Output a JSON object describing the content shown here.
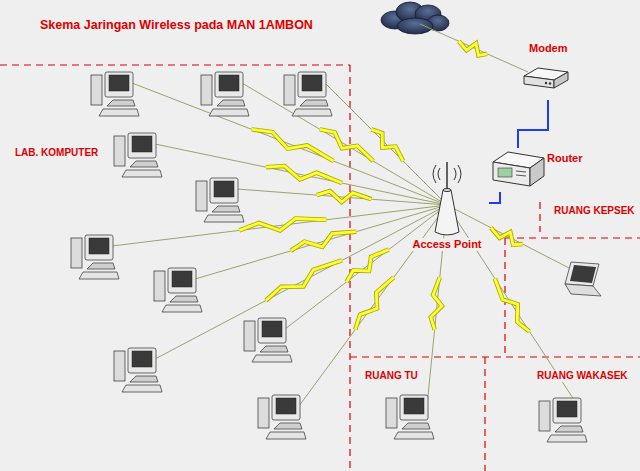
{
  "diagram": {
    "title": "Skema Jaringan Wireless pada MAN 1AMBON",
    "nodes": [
      {
        "text": [
          "Modem"
        ]
      },
      {
        "text": [
          "Router"
        ]
      },
      {
        "text": [
          "Access Point"
        ]
      }
    ],
    "edges": [
      {
        "from": 0,
        "to": 1,
        "arrow": "none"
      },
      {
        "from": 1,
        "to": 2,
        "arrow": "none"
      }
    ],
    "labels": [
      "LAB. KOMPUTER",
      "RUANG KEPSEK",
      "RUANG TU",
      "RUANG WAKASEK"
    ]
  }
}
